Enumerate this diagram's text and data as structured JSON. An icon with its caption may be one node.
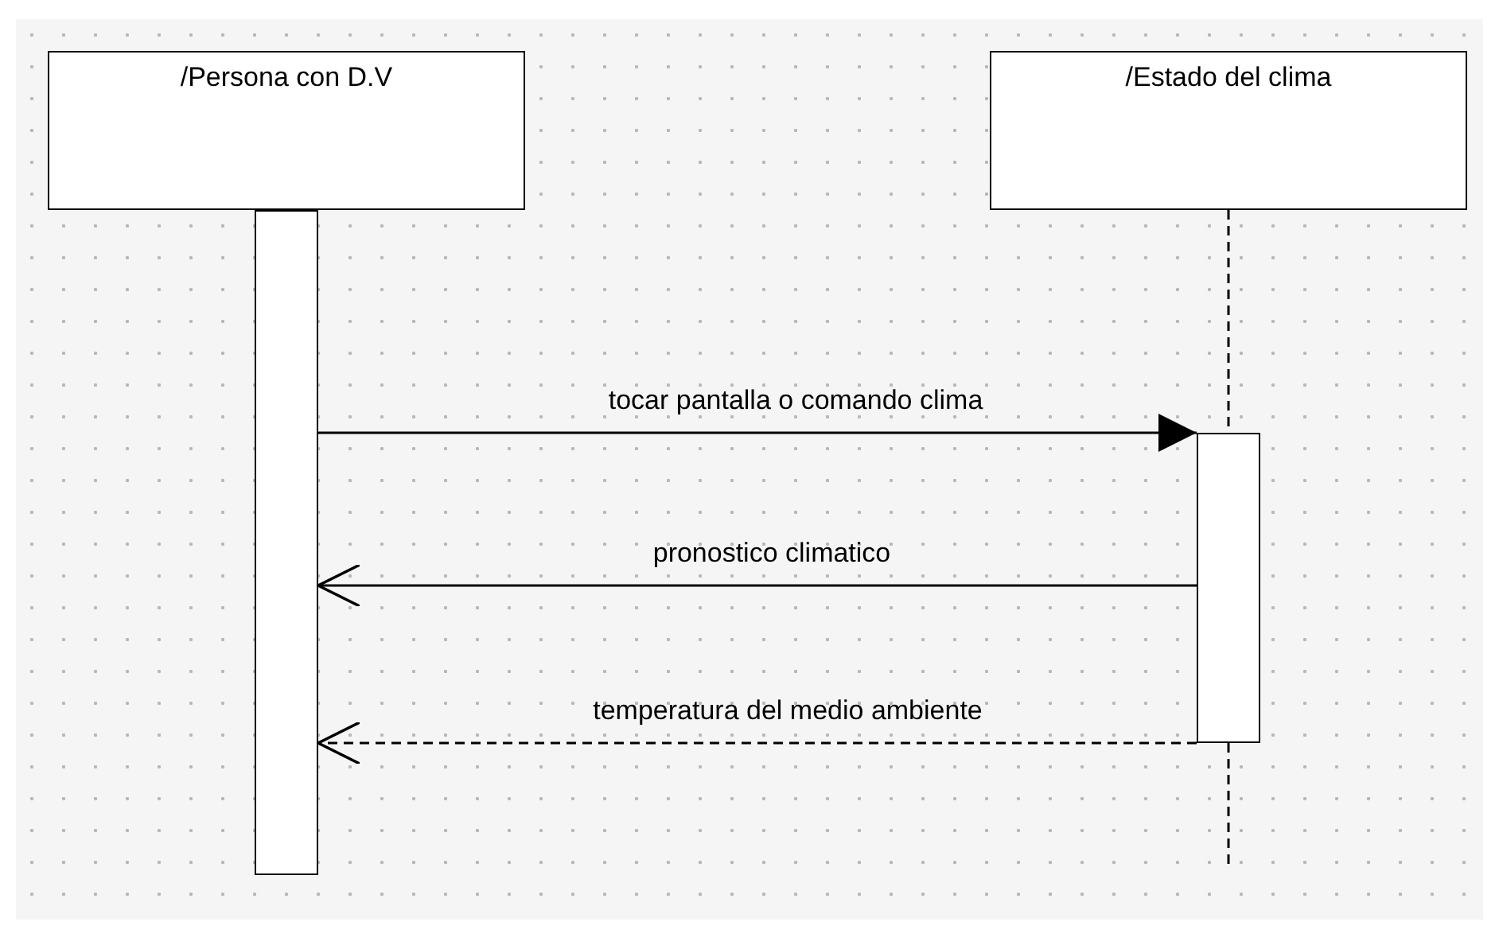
{
  "diagram": {
    "nodes": [
      {
        "text": [
          "/Persona con D.V"
        ]
      },
      {
        "text": [
          "/Estado del clima"
        ]
      },
      {
        "text": [],
        "shape": "bar"
      },
      {
        "text": [],
        "shape": "bar"
      }
    ],
    "edges": [
      {
        "from": 1,
        "to": 3,
        "arrow": "none",
        "style": "dashed"
      },
      {
        "from": 3,
        "to": null,
        "arrow": "none",
        "style": "dashed"
      },
      {
        "from": 2,
        "to": 3,
        "arrow": "to",
        "label": "tocar pantalla o comando clima"
      },
      {
        "from": 3,
        "to": 2,
        "arrow": "to",
        "label": "pronostico climatico"
      },
      {
        "from": 3,
        "to": 2,
        "arrow": "to",
        "label": "temperatura del medio ambiente",
        "style": "dashed"
      }
    ]
  }
}
